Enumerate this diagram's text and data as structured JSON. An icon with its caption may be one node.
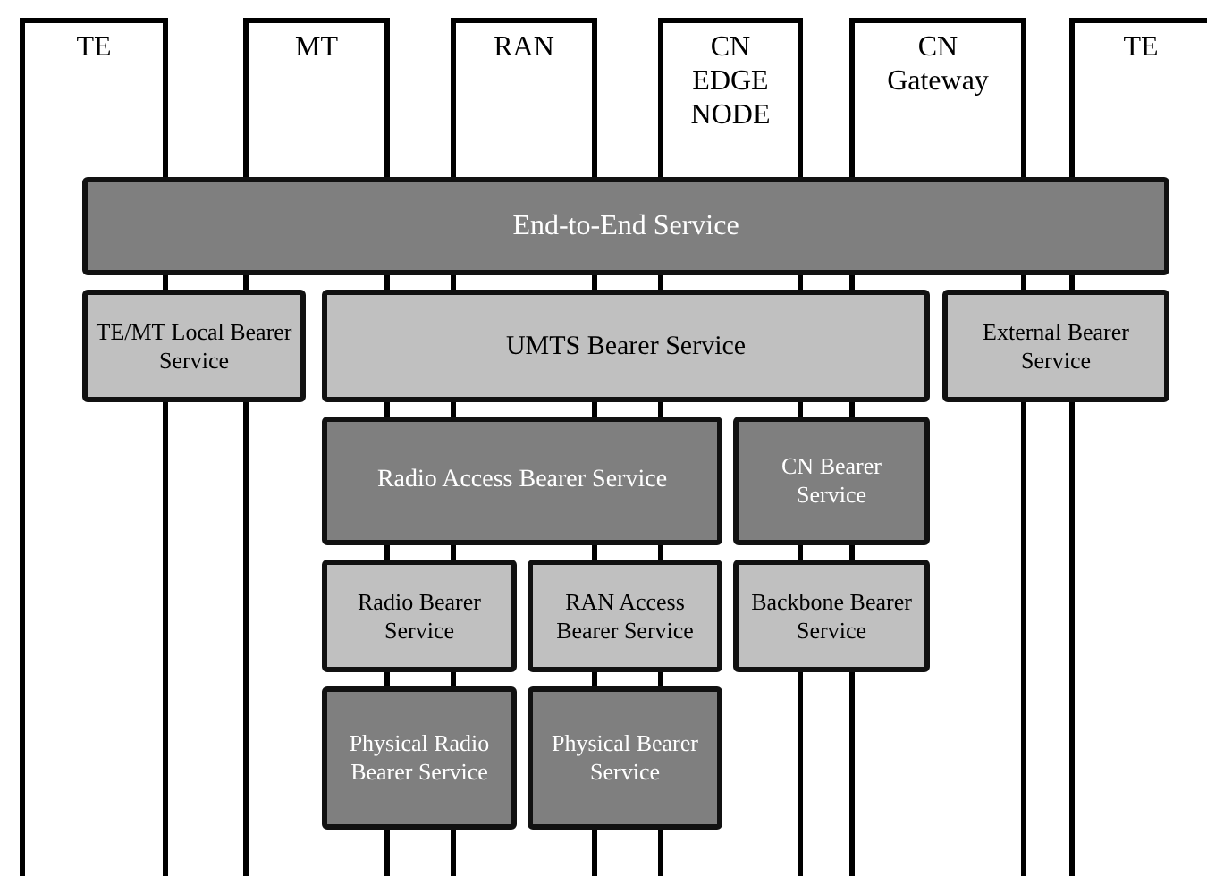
{
  "diagram": {
    "nodes": [
      {
        "text": [
          "TE"
        ]
      },
      {
        "text": [
          "MT"
        ]
      },
      {
        "text": [
          "RAN"
        ]
      },
      {
        "text": [
          "CN EDGE NODE"
        ]
      },
      {
        "text": [
          "CN Gateway"
        ]
      },
      {
        "text": [
          "TE"
        ]
      },
      {
        "text": [
          "End-to-End Service"
        ]
      },
      {
        "text": [
          "TE/MT Local Bearer Service"
        ]
      },
      {
        "text": [
          "UMTS Bearer Service"
        ]
      },
      {
        "text": [
          "External Bearer Service"
        ]
      },
      {
        "text": [
          "Radio Access Bearer Service"
        ]
      },
      {
        "text": [
          "CN Bearer Service"
        ]
      },
      {
        "text": [
          "Radio Bearer Service"
        ]
      },
      {
        "text": [
          "RAN Access Bearer Service"
        ]
      },
      {
        "text": [
          "Backbone Bearer Service"
        ]
      },
      {
        "text": [
          "Physical Radio Bearer Service"
        ]
      },
      {
        "text": [
          "Physical Bearer Service"
        ]
      }
    ]
  }
}
